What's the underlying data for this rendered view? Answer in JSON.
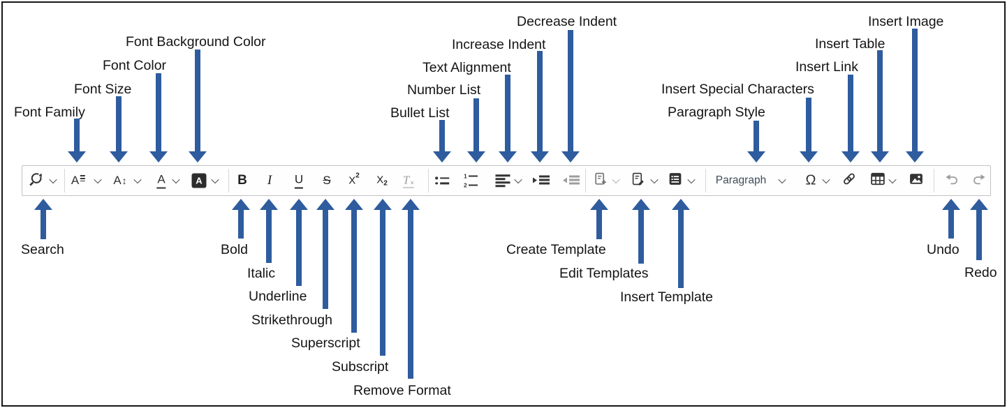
{
  "annotations": {
    "top": {
      "font_family": "Font Family",
      "font_size": "Font Size",
      "font_color": "Font Color",
      "font_background_color": "Font Background Color",
      "bullet_list": "Bullet List",
      "number_list": "Number List",
      "text_alignment": "Text Alignment",
      "increase_indent": "Increase Indent",
      "decrease_indent": "Decrease Indent",
      "paragraph_style": "Paragraph Style",
      "insert_special_characters": "Insert Special Characters",
      "insert_link": "Insert Link",
      "insert_table": "Insert Table",
      "insert_image": "Insert Image"
    },
    "bottom": {
      "search": "Search",
      "bold": "Bold",
      "italic": "Italic",
      "underline": "Underline",
      "strikethrough": "Strikethrough",
      "superscript": "Superscript",
      "subscript": "Subscript",
      "remove_format": "Remove Format",
      "create_template": "Create Template",
      "edit_templates": "Edit Templates",
      "insert_template": "Insert Template",
      "undo": "Undo",
      "redo": "Redo"
    }
  },
  "toolbar": {
    "glyphs": {
      "font_family": "A",
      "font_size": "A",
      "font_size_arrows": "↕",
      "font_color": "A",
      "font_background": "A",
      "bold": "B",
      "italic": "I",
      "underline": "U",
      "strikethrough": "S",
      "superscript_base": "X",
      "superscript_exp": "2",
      "subscript_base": "X",
      "subscript_exp": "2",
      "remove_format_base": "T",
      "remove_format_x": "×",
      "number_list_one": "1",
      "number_list_two": "2",
      "special_characters": "Ω"
    },
    "paragraph_dropdown": {
      "value": "Paragraph"
    }
  },
  "colors": {
    "arrow_blue": "#2e5c9e",
    "icon_dark": "#333333",
    "icon_disabled": "#9d9d9d",
    "toolbar_border": "#c2c2c2",
    "paragraph_text": "#3f4d5a",
    "frame_border": "#161616"
  }
}
